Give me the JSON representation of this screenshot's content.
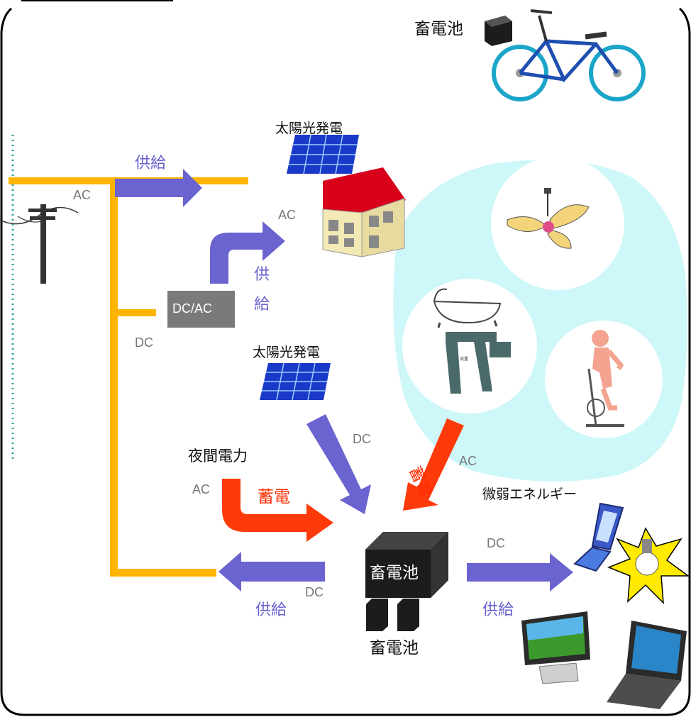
{
  "labels": {
    "bike_battery": "畜電池",
    "solar_top": "太陽光発電",
    "solar_mid": "太陽光発電",
    "ac_grid": "AC",
    "supply_top": "供給",
    "ac_house": "AC",
    "supply_vertical": [
      "供",
      "給"
    ],
    "dcac": "DC/AC",
    "dc_left": "DC",
    "dc_solar": "DC",
    "ac_red": "AC",
    "charge_vertical": "蓄電",
    "night_power": "夜間電力",
    "ac_night": "AC",
    "charge_night": "蓄電",
    "weak_energy": "微弱エネルギー",
    "dc_right": "DC",
    "battery_main": "畜電池",
    "dc_bottom": "DC",
    "supply_bottom_left": "供給",
    "supply_bottom_right": "供給",
    "battery_small": "畜電池"
  },
  "colors": {
    "power_line": "#ffb400",
    "supply_arrow": "#6a63d0",
    "charge_arrow": "#ff3a0a",
    "pool": "#cdf7f8",
    "panel": "#1a39c8",
    "battery": "#1c1c1c",
    "converter": "#7a7a7a"
  },
  "icons": [
    "bicycle-icon",
    "battery-icon",
    "solar-panel-icon",
    "house-icon",
    "utility-pole-icon",
    "ceiling-fan-icon",
    "bathtub-icon",
    "water-wheel-icon",
    "exercise-bike-icon",
    "mobile-phone-icon",
    "light-bulb-icon",
    "monitor-icon",
    "laptop-icon"
  ]
}
